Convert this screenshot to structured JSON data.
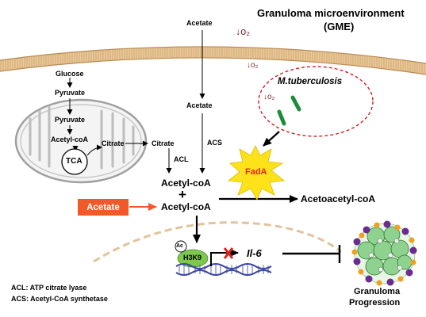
{
  "title_line1": "Granuloma microenvironment",
  "title_line2": "(GME)",
  "o2_label_1": "↓o₂",
  "o2_label_2": "↓o₂",
  "o2_label_3": "↓o₂",
  "pathway": {
    "glucose": "Glucose",
    "pyruvate_cyto": "Pyruvate",
    "pyruvate_mito": "Pyruvate",
    "acetyl_coa_mito": "Acetyl-coA",
    "tca": "TCA",
    "citrate_mito": "Citrate",
    "citrate_cyto": "Citrate",
    "acl": "ACL",
    "acetate_top": "Acetate",
    "acetate_inner": "Acetate",
    "acs": "ACS",
    "acetyl_coa_1": "Acetyl-coA",
    "plus": "+",
    "acetyl_coa_2": "Acetyl-coA",
    "acetate_box": "Acetate",
    "acetoacetyl_coa": "Acetoacetyl-coA"
  },
  "bacteria_label": "M.tuberculosis",
  "fada": "FadA",
  "nucleus": {
    "ac": "Ac",
    "h3k9": "H3K9",
    "il6": "Il-6"
  },
  "outcome_line1": "Granuloma",
  "outcome_line2": "Progression",
  "legend": {
    "acl": "ACL: ATP citrate lyase",
    "acs": "ACS: Acetyl-CoA synthetase"
  },
  "colors": {
    "acetate_box": "#f05a28",
    "fada_star": "#ffe21a",
    "fada_text": "#e2231a",
    "bacteria": "#1e8a3a",
    "ellipse_border": "#d42020",
    "membrane": "#c89858",
    "h3k9": "#7ec850",
    "dna": "#3a45a0",
    "block_x": "#e2231a"
  }
}
